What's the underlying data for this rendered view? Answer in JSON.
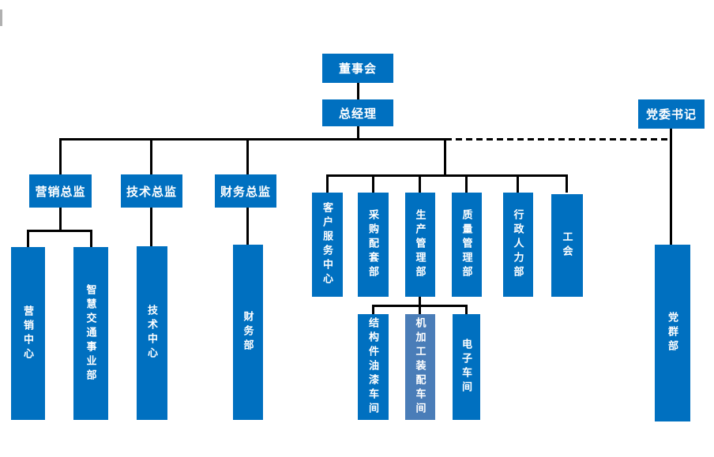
{
  "diagram": {
    "type": "org-chart",
    "colors": {
      "primary_blue": "#0070c0",
      "muted_blue": "#4a7db8",
      "line_black": "#000000",
      "text_white": "#ffffff"
    },
    "nodes": {
      "board": "董事会",
      "general_manager": "总经理",
      "party_secretary": "党委书记",
      "marketing_director": "营销总监",
      "technical_director": "技术总监",
      "finance_director": "财务总监",
      "customer_service_center": "客户服务中心",
      "procurement_dept": "采购配套部",
      "production_mgmt_dept": "生产管理部",
      "quality_mgmt_dept": "质量管理部",
      "admin_hr_dept": "行政人力部",
      "labor_union": "工会",
      "marketing_center": "营销中心",
      "smart_transport_div": "智慧交通事业部",
      "technical_center": "技术中心",
      "finance_dept": "财务部",
      "structural_paint_workshop": "结构件油漆车间",
      "machining_assembly_workshop": "机加工装配车间",
      "electronics_workshop": "电子车间",
      "party_mass_dept": "党群部"
    },
    "edges": [
      {
        "from": "board",
        "to": "general_manager",
        "style": "solid"
      },
      {
        "from": "general_manager",
        "to": "marketing_director",
        "style": "solid"
      },
      {
        "from": "general_manager",
        "to": "technical_director",
        "style": "solid"
      },
      {
        "from": "general_manager",
        "to": "finance_director",
        "style": "solid"
      },
      {
        "from": "general_manager",
        "to": "customer_service_center",
        "style": "solid"
      },
      {
        "from": "general_manager",
        "to": "procurement_dept",
        "style": "solid"
      },
      {
        "from": "general_manager",
        "to": "production_mgmt_dept",
        "style": "solid"
      },
      {
        "from": "general_manager",
        "to": "quality_mgmt_dept",
        "style": "solid"
      },
      {
        "from": "general_manager",
        "to": "admin_hr_dept",
        "style": "solid"
      },
      {
        "from": "general_manager",
        "to": "labor_union",
        "style": "solid"
      },
      {
        "from": "general_manager",
        "to": "party_secretary",
        "style": "dashed"
      },
      {
        "from": "marketing_director",
        "to": "marketing_center",
        "style": "solid"
      },
      {
        "from": "marketing_director",
        "to": "smart_transport_div",
        "style": "solid"
      },
      {
        "from": "technical_director",
        "to": "technical_center",
        "style": "solid"
      },
      {
        "from": "finance_director",
        "to": "finance_dept",
        "style": "solid"
      },
      {
        "from": "production_mgmt_dept",
        "to": "structural_paint_workshop",
        "style": "solid"
      },
      {
        "from": "production_mgmt_dept",
        "to": "machining_assembly_workshop",
        "style": "solid"
      },
      {
        "from": "production_mgmt_dept",
        "to": "electronics_workshop",
        "style": "solid"
      },
      {
        "from": "party_secretary",
        "to": "party_mass_dept",
        "style": "solid"
      }
    ]
  }
}
